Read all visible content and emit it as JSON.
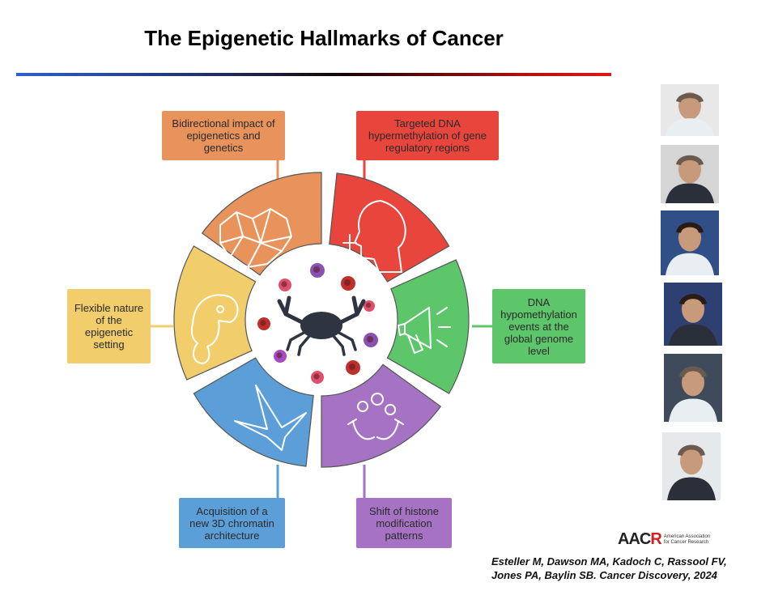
{
  "title": "The Epigenetic Hallmarks of Cancer",
  "hallmarks": [
    {
      "label": "Targeted DNA hypermethylation of gene regulatory regions",
      "color": "#e8453c",
      "icon": "silence-icon"
    },
    {
      "label": "DNA hypomethylation events at the global genome level",
      "color": "#5dc56a",
      "icon": "megaphone-icon"
    },
    {
      "label": "Shift of histone modification patterns",
      "color": "#a673c4",
      "icon": "juggling-hands-icon"
    },
    {
      "label": "Acquisition of a new 3D chromatin architecture",
      "color": "#5c9fd8",
      "icon": "origami-crane-icon"
    },
    {
      "label": "Flexible nature of the epigenetic setting",
      "color": "#f1cd6c",
      "icon": "chameleon-icon"
    },
    {
      "label": "Bidirectional impact of epigenetics and genetics",
      "color": "#e8935c",
      "icon": "network-icon"
    }
  ],
  "center_icon": "crab-icon",
  "logo": {
    "mark": "AACR",
    "subtitle": "American Association\nfor Cancer Research"
  },
  "citation": "Esteller M, Dawson MA, Kadoch C, Rassool FV,\nJones PA, Baylin SB. Cancer Discovery, 2024",
  "portraits": [
    {
      "name": "author-photo-1",
      "bg": "#e8e8e8"
    },
    {
      "name": "author-photo-2",
      "bg": "#d5d5d5"
    },
    {
      "name": "author-photo-3",
      "bg": "#2f4f86"
    },
    {
      "name": "author-photo-4",
      "bg": "#2e3f72"
    },
    {
      "name": "author-photo-5",
      "bg": "#3f4a5a"
    },
    {
      "name": "author-photo-6",
      "bg": "#e6e9ec"
    }
  ]
}
